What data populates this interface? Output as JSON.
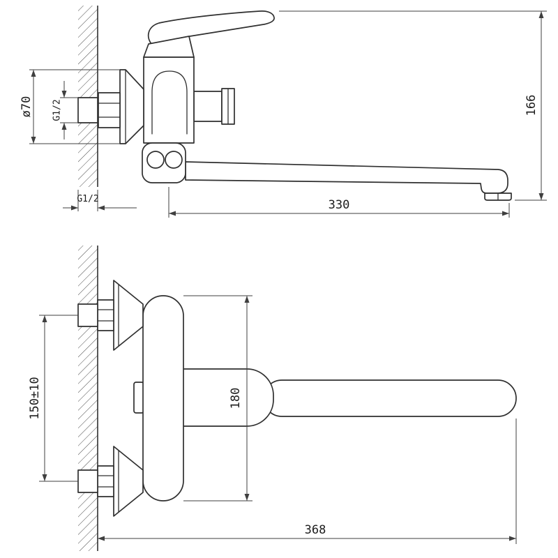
{
  "colors": {
    "line": "#2f2f2f",
    "dim": "#3f3f3f",
    "background": "#ffffff"
  },
  "side_view": {
    "dim_escutcheon_diameter": "ø70",
    "dim_inlet_thread": "G1/2",
    "dim_height": "166",
    "dim_wall_thread": "G1/2",
    "dim_spout_reach": "330"
  },
  "front_view": {
    "dim_inlet_centers": "150±10",
    "dim_body_height": "180",
    "dim_overall_length": "368"
  }
}
